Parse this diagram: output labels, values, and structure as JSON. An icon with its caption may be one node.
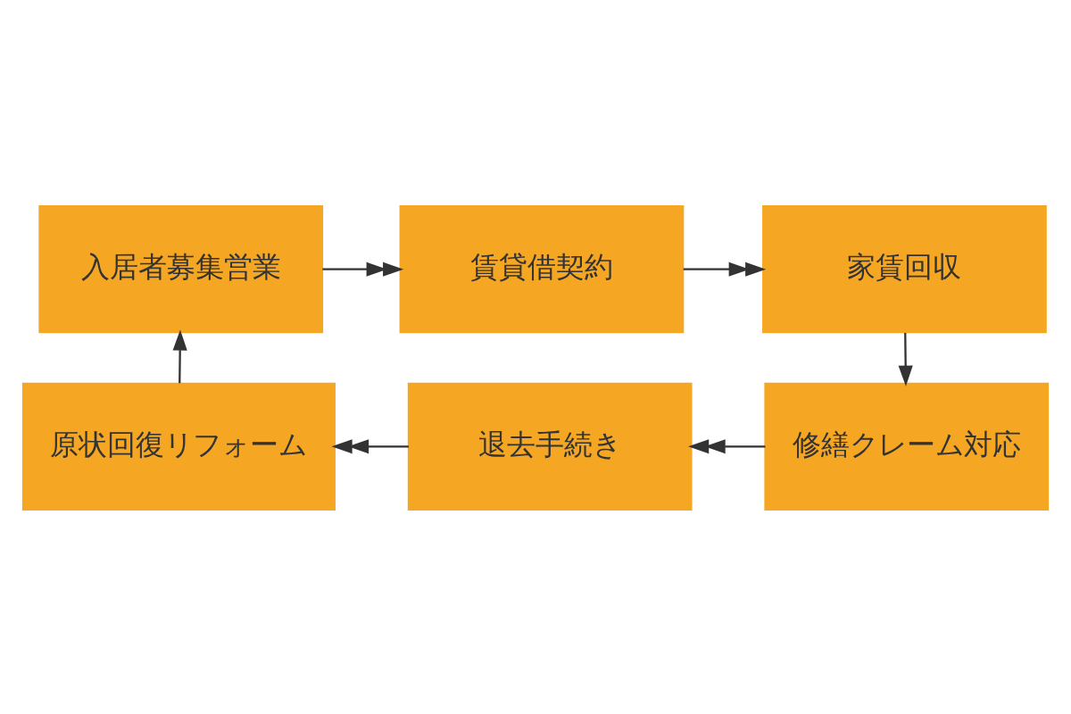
{
  "diagram": {
    "nodes": [
      {
        "text": [
          "入居者募集営業"
        ]
      },
      {
        "text": [
          "賃貸借契約"
        ]
      },
      {
        "text": [
          "家賃回収"
        ]
      },
      {
        "text": [
          "修繕クレーム対応"
        ]
      },
      {
        "text": [
          "退去手続き"
        ]
      },
      {
        "text": [
          "原状回復リフォーム"
        ]
      }
    ],
    "edges": [
      {
        "from": 0,
        "to": 1,
        "arrow": "to"
      },
      {
        "from": 1,
        "to": 2,
        "arrow": "to"
      },
      {
        "from": 2,
        "to": 3,
        "arrow": "to"
      },
      {
        "from": 3,
        "to": 4,
        "arrow": "to"
      },
      {
        "from": 4,
        "to": 5,
        "arrow": "to"
      },
      {
        "from": 5,
        "to": 0,
        "arrow": "to"
      }
    ]
  }
}
